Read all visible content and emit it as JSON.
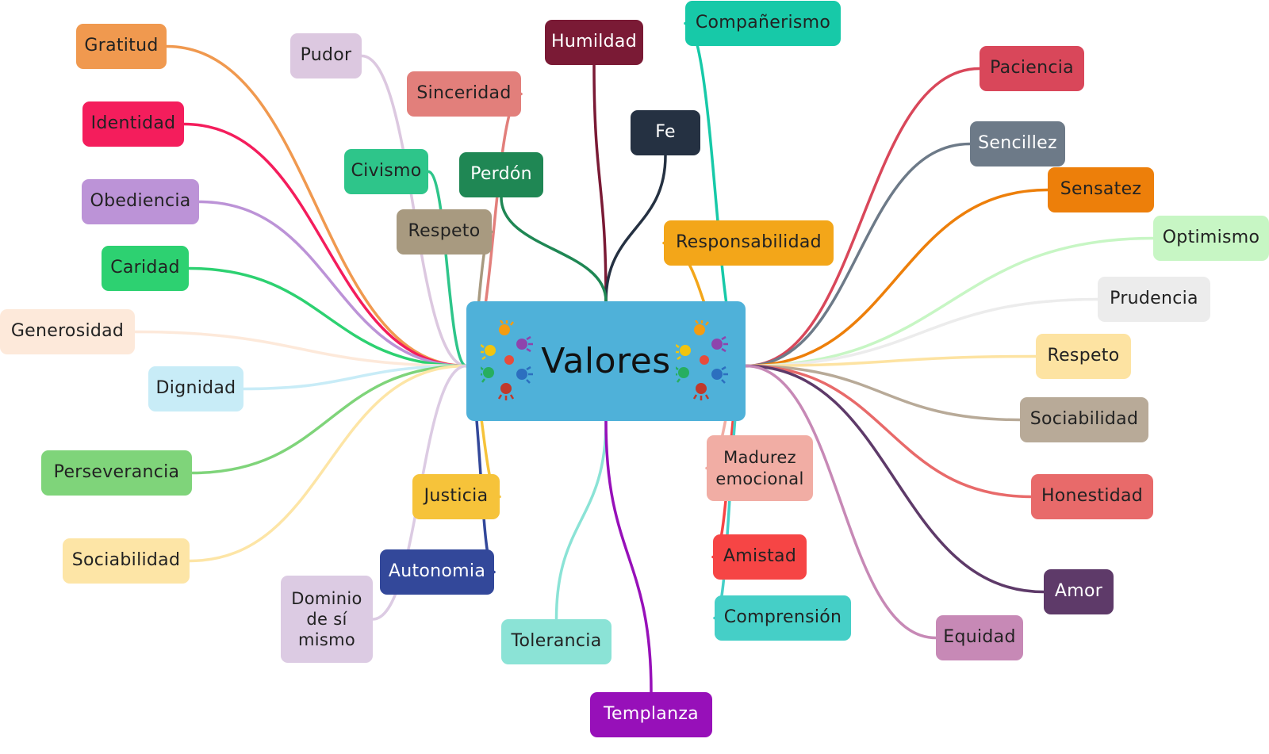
{
  "center": {
    "label": "Valores",
    "color": "#4fb1d9"
  },
  "nodes": [
    {
      "id": "gratitud",
      "label": "Gratitud",
      "color": "#f0994f"
    },
    {
      "id": "pudor",
      "label": "Pudor",
      "color": "#dcc8e0"
    },
    {
      "id": "humildad",
      "label": "Humildad",
      "color": "#7a1a35"
    },
    {
      "id": "companerismo",
      "label": "Compañerismo",
      "color": "#17c9a8"
    },
    {
      "id": "sinceridad",
      "label": "Sinceridad",
      "color": "#e27f7b"
    },
    {
      "id": "identidad",
      "label": "Identidad",
      "color": "#f41d5c"
    },
    {
      "id": "fe",
      "label": "Fe",
      "color": "#253142"
    },
    {
      "id": "civismo",
      "label": "Civismo",
      "color": "#2ec58a"
    },
    {
      "id": "perdon",
      "label": "Perdón",
      "color": "#1f8754"
    },
    {
      "id": "obediencia",
      "label": "Obediencia",
      "color": "#bc93d7"
    },
    {
      "id": "respeto-left",
      "label": "Respeto",
      "color": "#a89a80"
    },
    {
      "id": "responsabilidad",
      "label": "Responsabilidad",
      "color": "#f3a619"
    },
    {
      "id": "caridad",
      "label": "Caridad",
      "color": "#2dd171"
    },
    {
      "id": "generosidad",
      "label": "Generosidad",
      "color": "#fde9da"
    },
    {
      "id": "dignidad",
      "label": "Dignidad",
      "color": "#c8ecf7"
    },
    {
      "id": "perseverancia",
      "label": "Perseverancia",
      "color": "#7fd47a"
    },
    {
      "id": "justicia",
      "label": "Justicia",
      "color": "#f6c33a"
    },
    {
      "id": "sociabilidad-left",
      "label": "Sociabilidad",
      "color": "#fde5a6"
    },
    {
      "id": "autonomia",
      "label": "Autonomia",
      "color": "#33489a"
    },
    {
      "id": "dominio",
      "label": "Dominio de sí mismo",
      "color": "#dccbe3"
    },
    {
      "id": "tolerancia",
      "label": "Tolerancia",
      "color": "#8be3d6"
    },
    {
      "id": "templanza",
      "label": "Templanza",
      "color": "#9710b9"
    },
    {
      "id": "madurez",
      "label": "Madurez emocional",
      "color": "#f1ada4"
    },
    {
      "id": "amistad",
      "label": "Amistad",
      "color": "#f64545"
    },
    {
      "id": "comprension",
      "label": "Comprensión",
      "color": "#45cfc7"
    },
    {
      "id": "paciencia",
      "label": "Paciencia",
      "color": "#d9475a"
    },
    {
      "id": "sencillez",
      "label": "Sencillez",
      "color": "#6d7a88"
    },
    {
      "id": "sensatez",
      "label": "Sensatez",
      "color": "#ed7f0a"
    },
    {
      "id": "optimismo",
      "label": "Optimismo",
      "color": "#c7f6c4"
    },
    {
      "id": "prudencia",
      "label": "Prudencia",
      "color": "#ececec"
    },
    {
      "id": "respeto-right",
      "label": "Respeto",
      "color": "#fde3a2"
    },
    {
      "id": "sociabilidad-right",
      "label": "Sociabilidad",
      "color": "#b8aa98"
    },
    {
      "id": "honestidad",
      "label": "Honestidad",
      "color": "#e86a6a"
    },
    {
      "id": "amor",
      "label": "Amor",
      "color": "#5e3a69"
    },
    {
      "id": "equidad",
      "label": "Equidad",
      "color": "#c789b6"
    }
  ]
}
